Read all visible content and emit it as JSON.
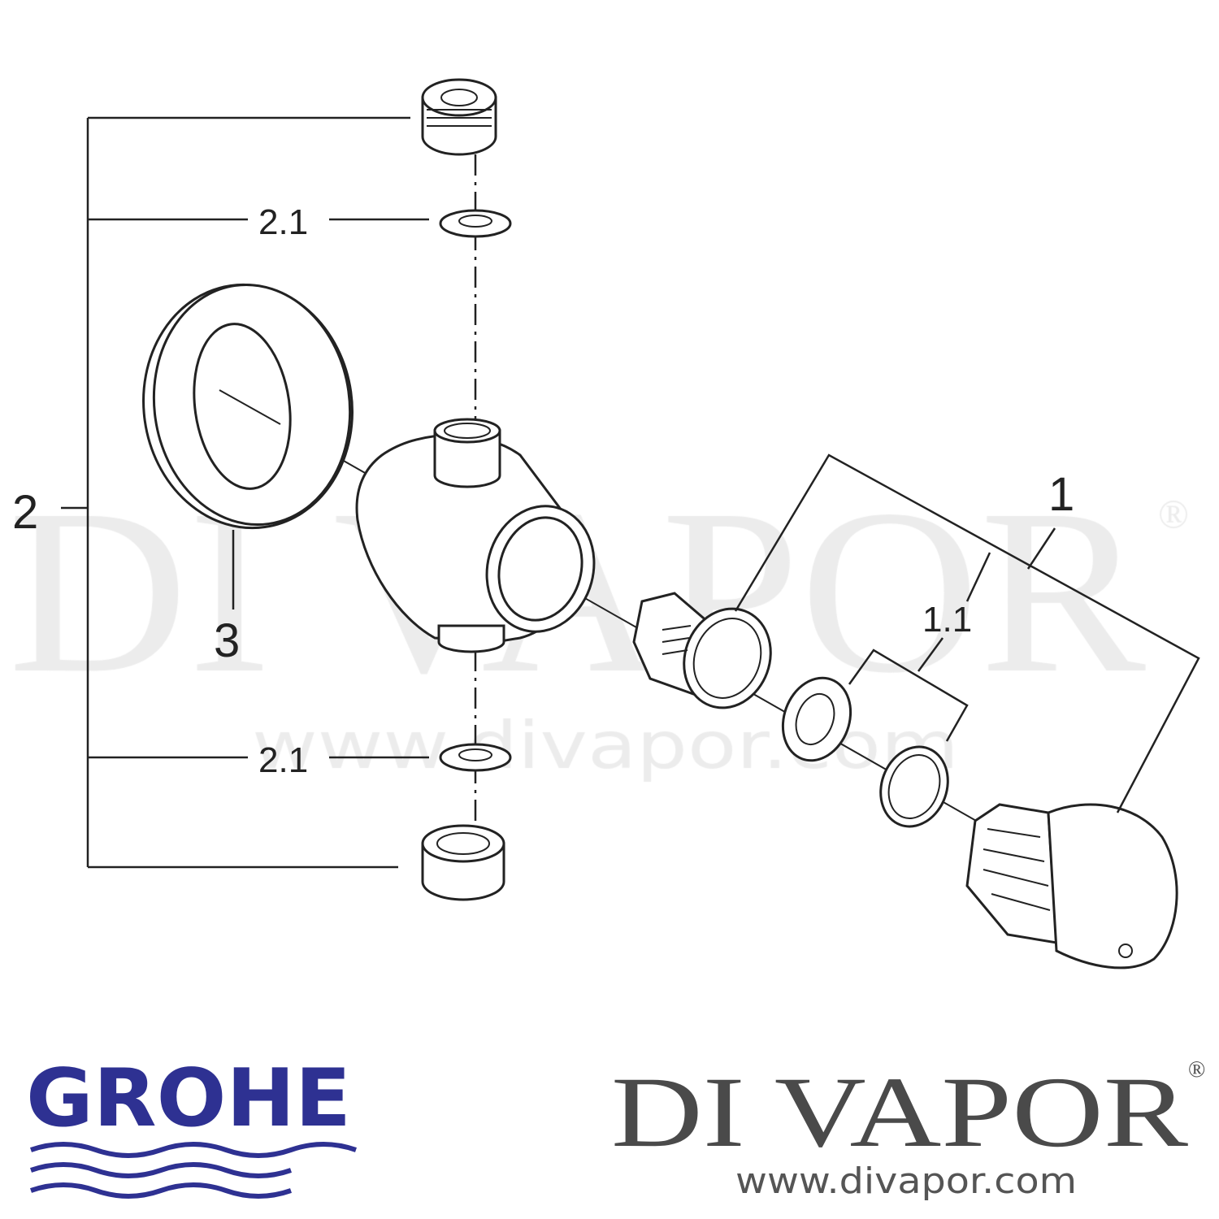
{
  "watermark": {
    "text": "DI VAPOR",
    "registered": "®",
    "url": "www.divapor.com"
  },
  "labels": {
    "part_2": "2",
    "part_2_1_top": "2.1",
    "part_2_1_bottom": "2.1",
    "part_3": "3",
    "part_1": "1",
    "part_1_1": "1.1"
  },
  "logos": {
    "grohe": {
      "text": "GROHE",
      "color": "#2e3192"
    },
    "divapor": {
      "text": "DI VAPOR",
      "registered": "®",
      "url": "www.divapor.com",
      "color": "#4a4a4a"
    }
  }
}
